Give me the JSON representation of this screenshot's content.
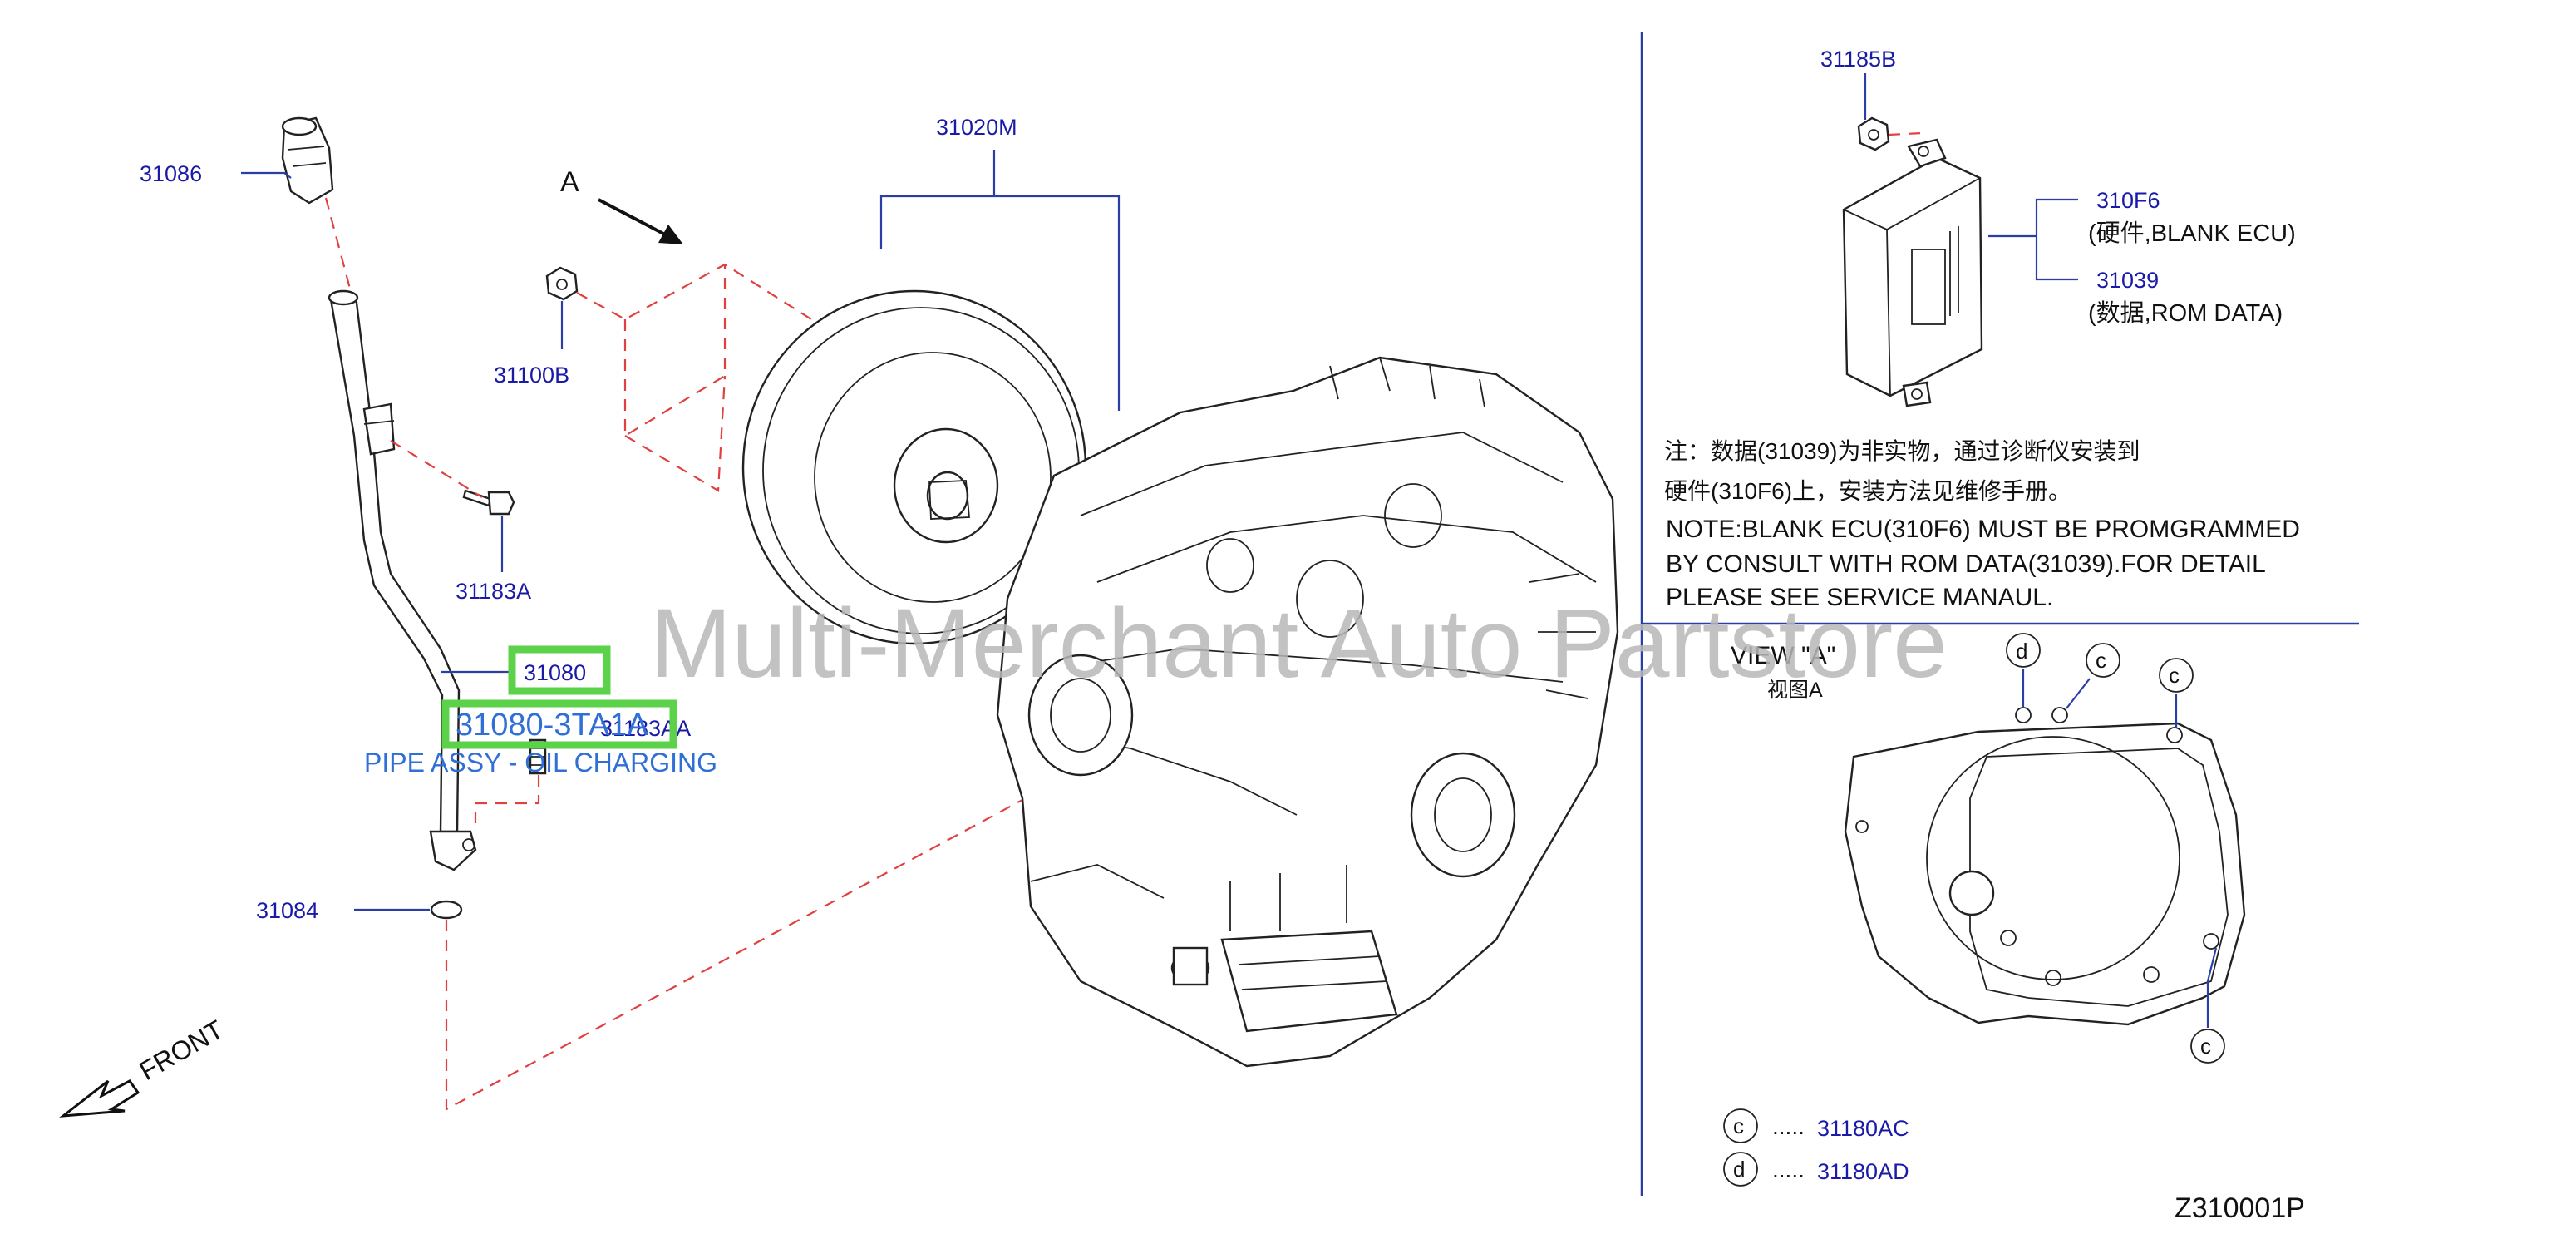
{
  "diagram": {
    "code": "Z310001P",
    "watermark": "Multi-Merchant Auto Partstore",
    "view_label": "A",
    "front_label": "FRONT"
  },
  "parts": {
    "p31086": "31086",
    "p31100B": "31100B",
    "p31183A": "31183A",
    "p31080": "31080",
    "p31183AA": "31183AA",
    "p31084": "31084",
    "p31020M": "31020M",
    "p31185B": "31185B",
    "p310F6": "310F6",
    "p310F6_desc": "(硬件,BLANK   ECU)",
    "p31039": "31039",
    "p31039_desc": "(数据,ROM   DATA)"
  },
  "highlight": {
    "part_no": "31080-3TA1A",
    "desc": "PIPE ASSY - OIL CHARGING"
  },
  "note": {
    "cn_line1": "注：数据(31039)为非实物，通过诊断仪安装到",
    "cn_line2": "硬件(310F6)上，安装方法见维修手册。",
    "en_line1": "NOTE:BLANK  ECU(310F6)  MUST  BE  PROMGRAMMED",
    "en_line2": "BY  CONSULT  WITH  ROM  DATA(31039).FOR  DETAIL",
    "en_line3": "PLEASE  SEE  SERVICE  MANAUL."
  },
  "view_a": {
    "title": "VIEW  \"A\"",
    "subtitle": "视图A",
    "marker_c": "c",
    "marker_d": "d"
  },
  "legend": [
    {
      "symbol": "c",
      "dots": ".....",
      "part": "31180AC"
    },
    {
      "symbol": "d",
      "dots": ".....",
      "part": "31180AD"
    }
  ]
}
